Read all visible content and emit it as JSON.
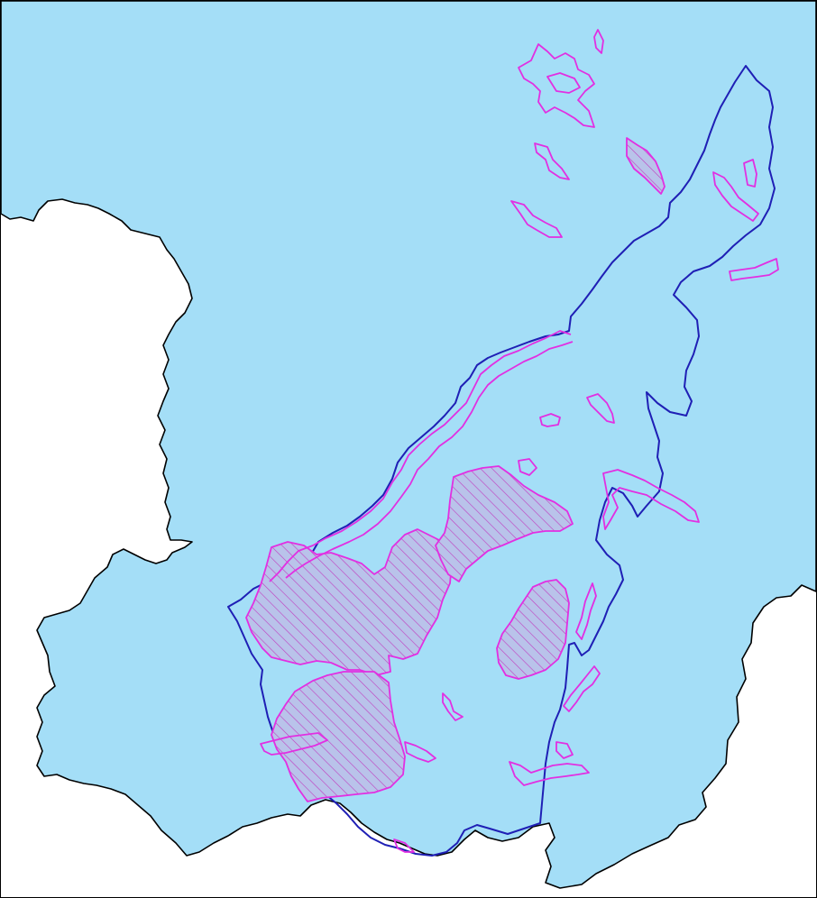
{
  "map": {
    "type": "thematic-region-map",
    "colors": {
      "background": "#ffffff",
      "land_fill": "#a4def7",
      "land_outline": "#000000",
      "boundary_line": "#1f1fb5",
      "zone_outline": "#e22fe2",
      "hatch": "#c03cc0"
    },
    "layers": [
      {
        "id": "land-region",
        "style": "light-blue fill with black outline"
      },
      {
        "id": "administrative-boundary",
        "style": "dark blue line"
      },
      {
        "id": "protected-zones",
        "style": "magenta outlines, some with diagonal hatch"
      }
    ]
  }
}
